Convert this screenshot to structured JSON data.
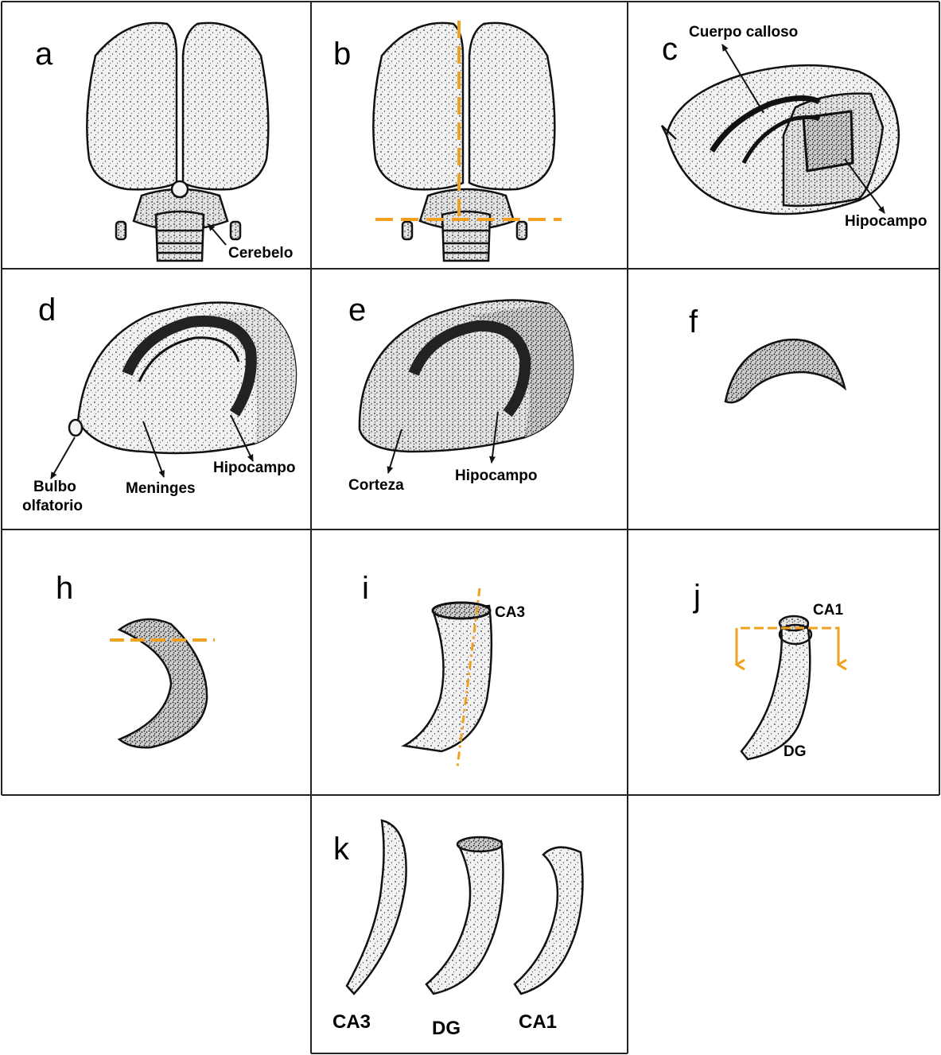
{
  "panels": {
    "a": {
      "letter": "a",
      "labels": {
        "cerebelo": "Cerebelo"
      }
    },
    "b": {
      "letter": "b"
    },
    "c": {
      "letter": "c",
      "labels": {
        "cuerpo": "Cuerpo calloso",
        "hipocampo": "Hipocampo"
      }
    },
    "d": {
      "letter": "d",
      "labels": {
        "bulbo1": "Bulbo",
        "bulbo2": "olfatorio",
        "meninges": "Meninges",
        "hipocampo": "Hipocampo"
      }
    },
    "e": {
      "letter": "e",
      "labels": {
        "corteza": "Corteza",
        "hipocampo": "Hipocampo"
      }
    },
    "f": {
      "letter": "f"
    },
    "h": {
      "letter": "h"
    },
    "i": {
      "letter": "i",
      "labels": {
        "ca3": "CA3"
      }
    },
    "j": {
      "letter": "j",
      "labels": {
        "ca1": "CA1",
        "dg": "DG"
      }
    },
    "k": {
      "letter": "k",
      "labels": {
        "ca3": "CA3",
        "dg": "DG",
        "ca1": "CA1"
      }
    }
  },
  "colors": {
    "cut_line": "#F0A020",
    "border": "#222222",
    "ink": "#111111"
  }
}
